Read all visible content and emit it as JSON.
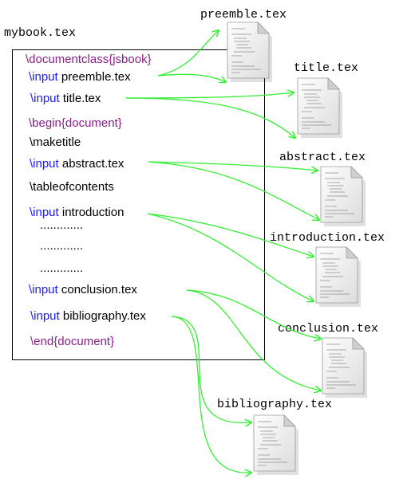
{
  "main_file": "mybook.tex",
  "lines": {
    "documentclass": "\\documentclass{jsbook}",
    "input_kw": "\\input",
    "preemble": "preemble.tex",
    "title": "title.tex",
    "begin": "\\begin{document}",
    "maketitle": "\\maketitle",
    "abstract": "abstract.tex",
    "toc": "\\tableofcontents",
    "introduction": "introduction",
    "dots": ".............",
    "conclusion": "conclusion.tex",
    "bibliography": "bibliography.tex",
    "end": "\\end{document}"
  },
  "files": [
    "preemble.tex",
    "title.tex",
    "abstract.tex",
    "introduction.tex",
    "conclusion.tex",
    "bibliography.tex"
  ],
  "colors": {
    "keyword": "#1a1aff",
    "environment": "#8a1f8a",
    "arrow": "#33ee33"
  }
}
